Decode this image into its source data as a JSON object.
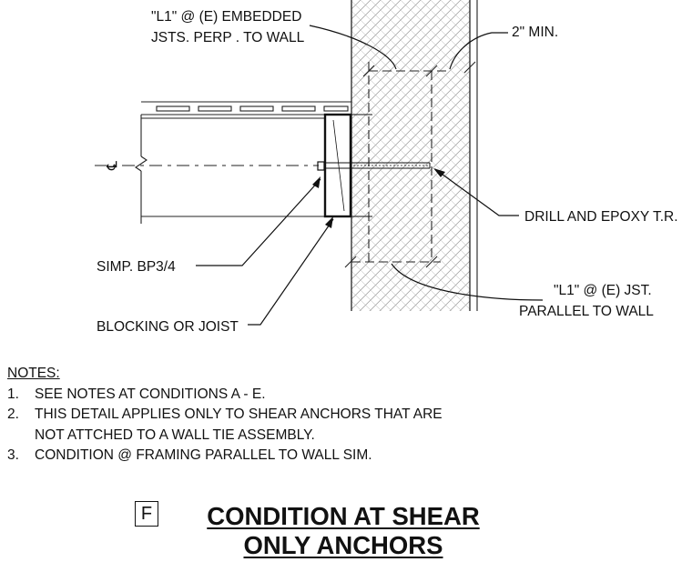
{
  "labels": {
    "embedded_line1": "\"L1\" @ (E) EMBEDDED",
    "embedded_line2": "JSTS. PERP . TO WALL",
    "min_cover": "2\" MIN.",
    "drill": "DRILL AND EPOXY T.R.",
    "simpson": "SIMP. BP3/4",
    "parallel_line1": "\"L1\" @ (E) JST.",
    "parallel_line2": "PARALLEL TO WALL",
    "blocking": "BLOCKING OR JOIST",
    "centerline": "℄"
  },
  "notes": {
    "header": "NOTES:",
    "items": [
      {
        "num": "1.",
        "lines": [
          "SEE NOTES AT CONDITIONS A - E."
        ]
      },
      {
        "num": "2.",
        "lines": [
          "THIS DETAIL APPLIES ONLY TO SHEAR ANCHORS THAT ARE",
          "NOT ATTCHED TO A WALL TIE ASSEMBLY."
        ]
      },
      {
        "num": "3.",
        "lines": [
          "CONDITION @ FRAMING PARALLEL TO WALL SIM."
        ]
      }
    ]
  },
  "detail": {
    "tag": "F",
    "title_line1": "CONDITION AT SHEAR",
    "title_line2": "ONLY ANCHORS"
  }
}
